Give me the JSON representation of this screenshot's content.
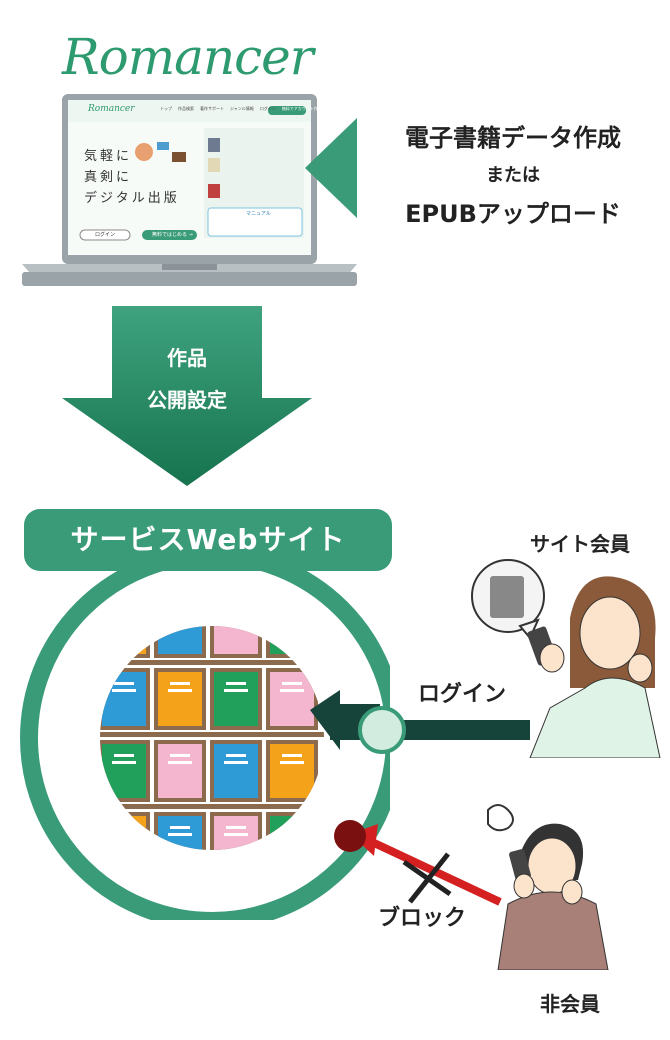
{
  "logo": {
    "text": "Romancer",
    "color": "#2e9a6f"
  },
  "laptop_screen": {
    "logo": "Romancer",
    "nav": [
      "トップ",
      "作品検索",
      "著作サポート",
      "ジャンル情報",
      "ログイン",
      "無料でアカウント作成"
    ],
    "hero_lines": [
      "気軽に",
      "真剣に",
      "デジタル出版"
    ],
    "login_button": "ログイン",
    "register_button": "無料ではじめる →",
    "manual_title": "マニュアル"
  },
  "side_text": {
    "line1": "電子書籍データ作成",
    "line2": "または",
    "line3": "EPUBアップロード"
  },
  "down_arrow": {
    "line1": "作品",
    "line2": "公開設定",
    "color_top": "#3fa37f",
    "color_bottom": "#16734e"
  },
  "banner": {
    "label": "サービスWebサイト",
    "color": "#3a9b79"
  },
  "member": {
    "label": "サイト会員"
  },
  "nonmember": {
    "label": "非会員"
  },
  "login_edge": {
    "label": "ログイン",
    "color": "#17443a",
    "node_color": "#d2ecdf"
  },
  "block_edge": {
    "label": "ブロック",
    "color": "#d42020",
    "node_color": "#7a1010"
  },
  "colors": {
    "accent": "#3a9b79",
    "book_blue": "#2f9bd6",
    "book_orange": "#f4a21a",
    "book_pink": "#f3b6ce",
    "book_green": "#20a05a",
    "shelf": "#8b6a4e"
  }
}
